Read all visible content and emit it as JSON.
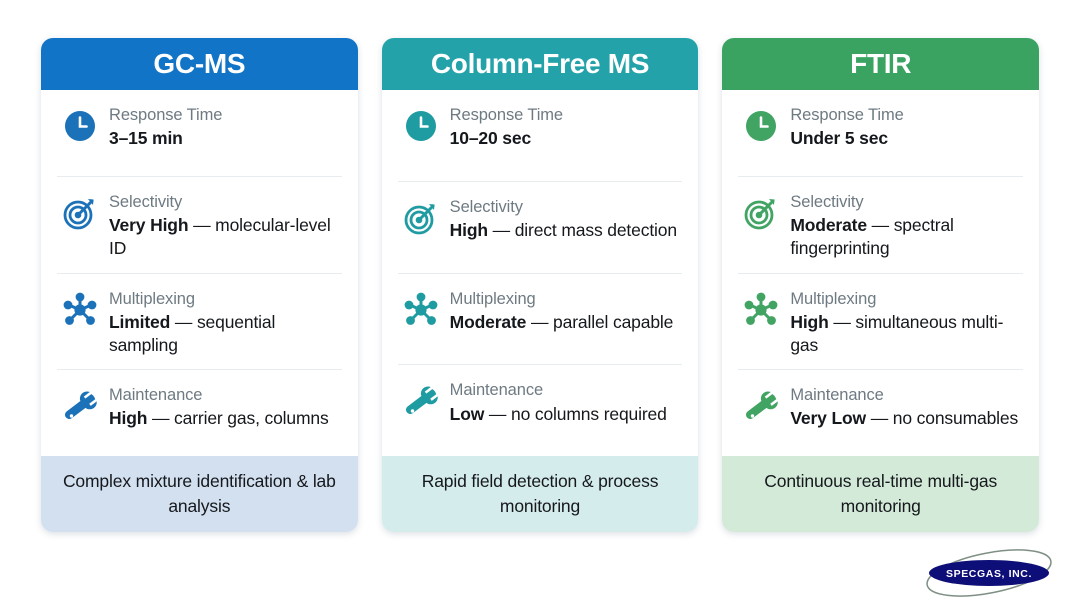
{
  "colors": {
    "gcms_header": "#1274c6",
    "gcms_footer": "#d3e0f0",
    "gcms_icon": "#1b72b8",
    "cfms_header": "#23a3a9",
    "cfms_footer": "#d5ecec",
    "cfms_icon": "#1f9ba2",
    "ftir_header": "#3aa361",
    "ftir_footer": "#d4ead9",
    "ftir_icon": "#41a462",
    "label_gray": "#6e7a82",
    "value_dark": "#15181c",
    "divider": "#e7ecef"
  },
  "cards": [
    {
      "title": "GC-MS",
      "rows": [
        {
          "icon": "clock-icon",
          "label": "Response Time",
          "value_bold": "3–15 min",
          "value_rest": ""
        },
        {
          "icon": "target-icon",
          "label": "Selectivity",
          "value_bold": "Very High",
          "value_rest": " — molecular-level ID"
        },
        {
          "icon": "molecule-icon",
          "label": "Multiplexing",
          "value_bold": "Limited",
          "value_rest": " — sequential sampling"
        },
        {
          "icon": "wrench-icon",
          "label": "Maintenance",
          "value_bold": "High",
          "value_rest": " — carrier gas, columns"
        }
      ],
      "footer": "Complex mixture identification & lab analysis"
    },
    {
      "title": "Column-Free MS",
      "rows": [
        {
          "icon": "clock-icon",
          "label": "Response Time",
          "value_bold": "10–20 sec",
          "value_rest": ""
        },
        {
          "icon": "target-icon",
          "label": "Selectivity",
          "value_bold": "High",
          "value_rest": " — direct mass detection"
        },
        {
          "icon": "molecule-icon",
          "label": "Multiplexing",
          "value_bold": "Moderate",
          "value_rest": " — parallel capable"
        },
        {
          "icon": "wrench-icon",
          "label": "Maintenance",
          "value_bold": "Low",
          "value_rest": " — no columns required"
        }
      ],
      "footer": "Rapid field detection & process monitoring"
    },
    {
      "title": "FTIR",
      "rows": [
        {
          "icon": "clock-icon",
          "label": "Response Time",
          "value_bold": "Under 5 sec",
          "value_rest": ""
        },
        {
          "icon": "target-icon",
          "label": "Selectivity",
          "value_bold": "Moderate",
          "value_rest": " — spectral fingerprinting"
        },
        {
          "icon": "molecule-icon",
          "label": "Multiplexing",
          "value_bold": "High",
          "value_rest": " — simultaneous multi-gas"
        },
        {
          "icon": "wrench-icon",
          "label": "Maintenance",
          "value_bold": "Very Low",
          "value_rest": " — no consumables"
        }
      ],
      "footer": "Continuous real-time multi-gas monitoring"
    }
  ],
  "logo": {
    "text": "SPECGAS, INC.",
    "ellipse_color": "#0e0e78",
    "ring_color": "#7f8f84",
    "text_color": "#ffffff"
  }
}
